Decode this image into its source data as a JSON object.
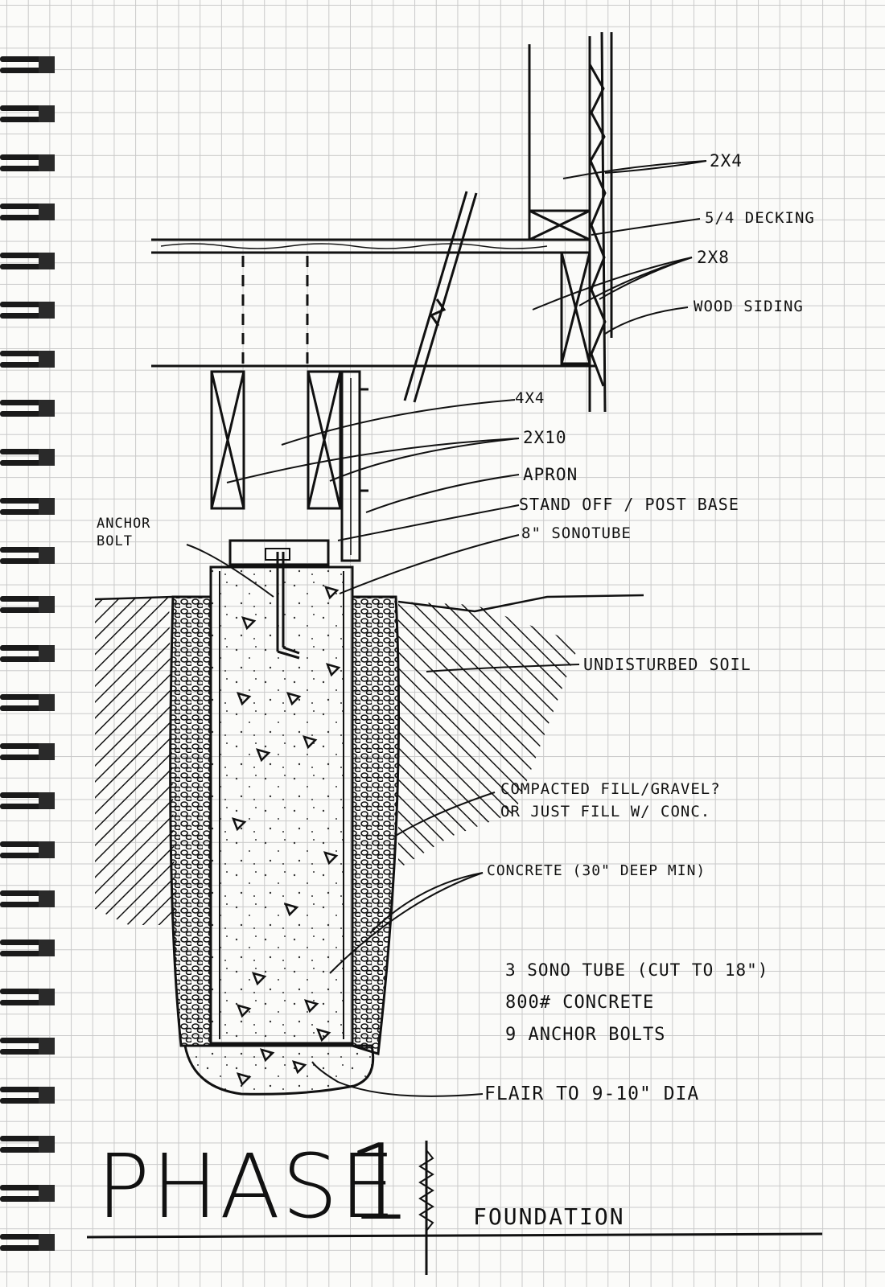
{
  "labels": {
    "l2x4": "2x4",
    "decking": "5/4 Decking",
    "l2x8": "2x8",
    "siding": "Wood Siding",
    "l4x4": "4x4",
    "l2x10": "2x10",
    "apron": "Apron",
    "standoff": "Stand off / Post Base",
    "sonotube": "8\" Sonotube",
    "anchor": "Anchor Bolt",
    "soil": "Undisturbed Soil",
    "fill1": "Compacted Fill/Gravel?",
    "fill2": "or Just Fill w/ Conc.",
    "concrete": "Concrete (30\" Deep Min)",
    "flair": "Flair to 9-10\" DIA"
  },
  "materials": {
    "line1": "3 Sono Tube (cut to 18\")",
    "line2": "800# Concrete",
    "line3": "9 Anchor Bolts"
  },
  "title": {
    "phase": "Phase",
    "number": "1",
    "subtitle": "Foundation"
  },
  "colors": {
    "ink": "#111111",
    "grid": "#c9c9c9",
    "paper": "#fbfbf9"
  }
}
